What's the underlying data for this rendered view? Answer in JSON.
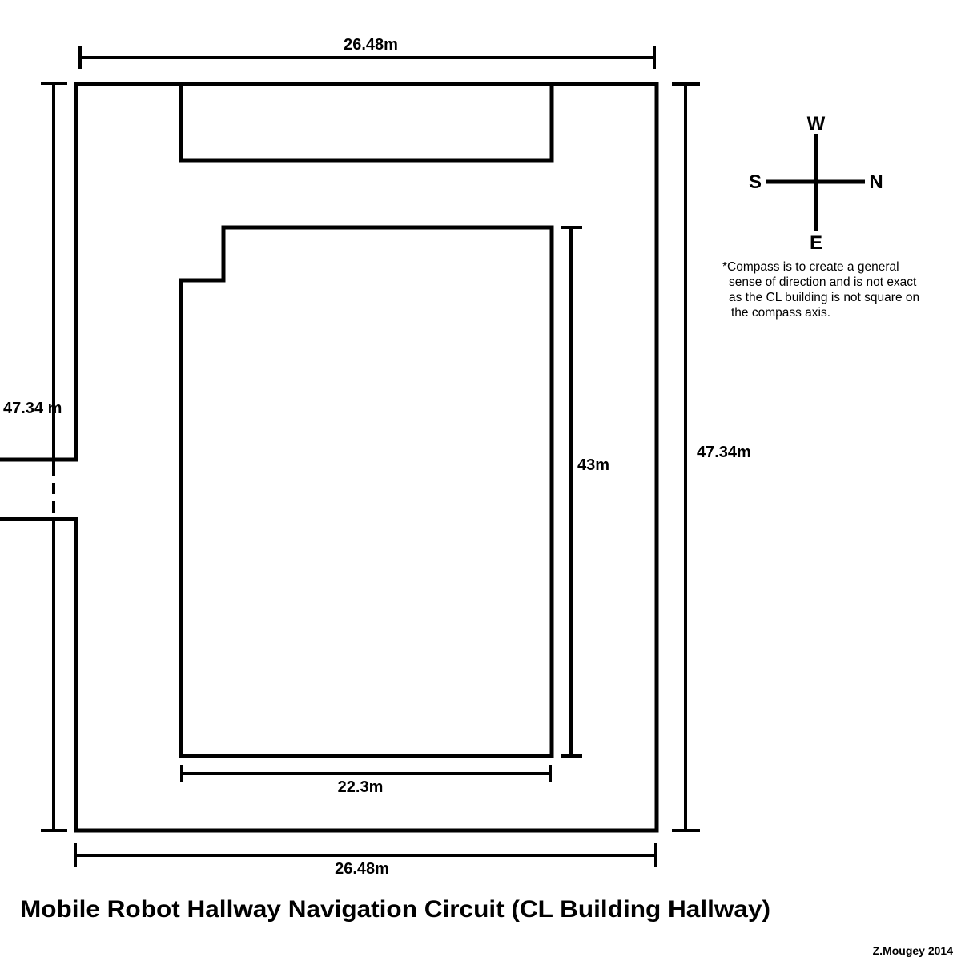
{
  "dimensions": {
    "top_width": "26.48m",
    "bottom_width": "26.48m",
    "left_height": "47.34 m",
    "right_height": "47.34m",
    "inner_height": "43m",
    "inner_width": "22.3m"
  },
  "compass": {
    "west": "W",
    "south": "S",
    "north": "N",
    "east": "E"
  },
  "note": {
    "lines": [
      "*Compass is to create a general",
      "sense of direction and is not exact",
      "as the CL building is not square on",
      "the compass axis."
    ]
  },
  "title": "Mobile Robot Hallway Navigation Circuit (CL Building Hallway)",
  "credit": "Z.Mougey 2014"
}
